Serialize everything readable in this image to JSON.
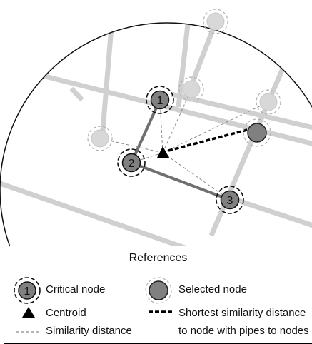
{
  "diagram": {
    "nodes": [
      {
        "kind": "critical",
        "label": "1"
      },
      {
        "kind": "critical",
        "label": "2"
      },
      {
        "kind": "critical",
        "label": "3"
      },
      {
        "kind": "selected"
      },
      {
        "kind": "candidate"
      },
      {
        "kind": "candidate"
      },
      {
        "kind": "candidate"
      },
      {
        "kind": "candidate"
      }
    ]
  },
  "legend": {
    "title": "References",
    "critical_node_symbol": "1",
    "critical_node": "Critical node",
    "selected_node": "Selected node",
    "centroid": "Centroid",
    "shortest_line1": "Shortest similarity distance",
    "similarity_distance": "Similarity distance",
    "shortest_line2": "to node with pipes to nodes"
  },
  "colors": {
    "pipe": "#d0d0d0",
    "critical_pipe": "#707070",
    "critical_node_fill": "#808080",
    "selected_node_fill": "#808080",
    "candidate_node_fill": "#d8d8d8",
    "centroid": "#000000"
  }
}
